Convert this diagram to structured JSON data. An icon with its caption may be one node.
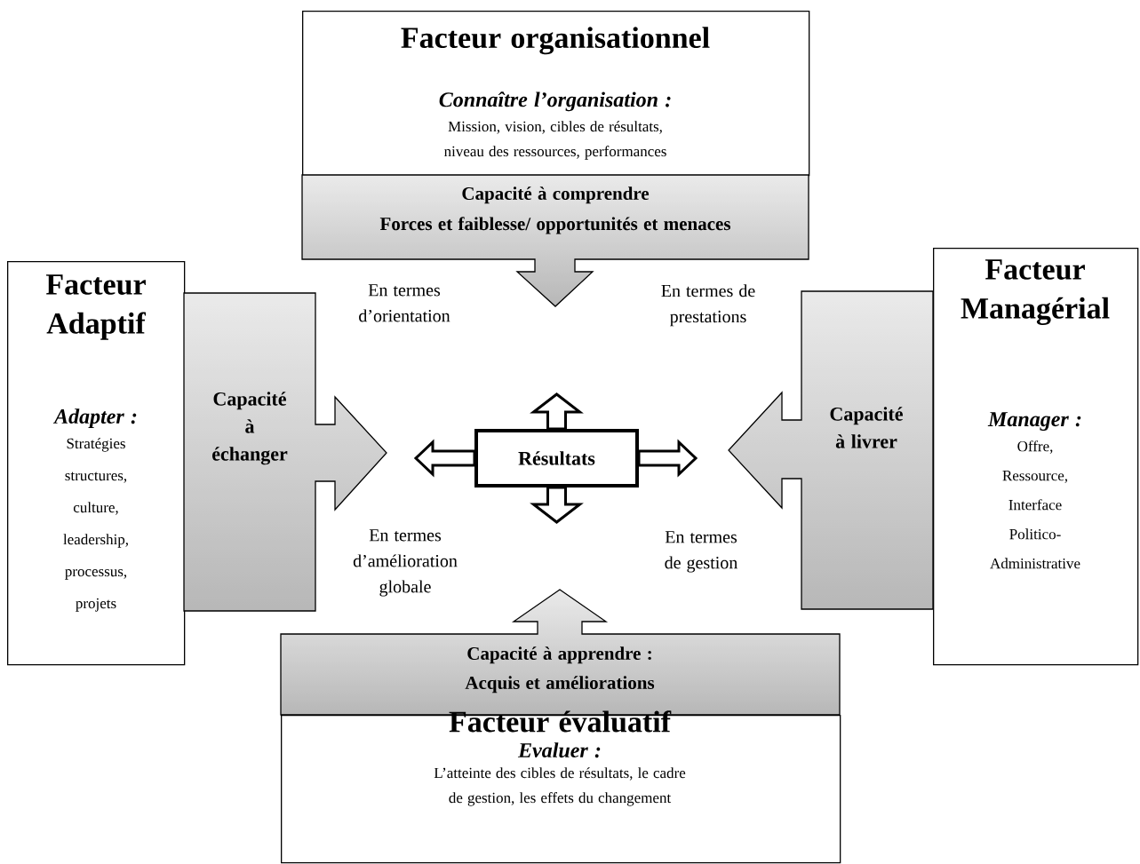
{
  "diagram": {
    "nodes": [
      {
        "text": [
          "Facteur organisationnel",
          "Connaître l’organisation :",
          "Mission, vision, cibles de résultats, niveau des ressources, performances"
        ]
      },
      {
        "text": [
          "Capacité à comprendre",
          "Forces et faiblesse/ opportunités et menaces"
        ]
      },
      {
        "text": [
          "Facteur Adaptif",
          "Adapter :",
          "Stratégies structures, culture, leadership, processus, projets"
        ]
      },
      {
        "text": [
          "Capacité à échanger"
        ]
      },
      {
        "text": [
          "Résultats"
        ]
      },
      {
        "text": [
          "Capacité à livrer"
        ]
      },
      {
        "text": [
          "Facteur Managérial",
          "Manager :",
          "Offre, Ressource, Interface Politico-Administrative"
        ]
      },
      {
        "text": [
          "Capacité à apprendre :",
          "Acquis et améliorations"
        ]
      },
      {
        "text": [
          "Facteur évaluatif",
          "Evaluer :",
          "L’atteinte des cibles de résultats, le cadre de gestion, les effets du changement"
        ]
      }
    ],
    "edges": [
      {
        "from": 4,
        "to": null,
        "arrow": "to"
      },
      {
        "from": 4,
        "to": null,
        "arrow": "to"
      },
      {
        "from": 4,
        "to": null,
        "arrow": "to"
      },
      {
        "from": 4,
        "to": null,
        "arrow": "to"
      }
    ],
    "labels": [
      "En termes d’orientation",
      "En termes de prestations",
      "En termes d’amélioration globale",
      "En termes de gestion"
    ]
  }
}
